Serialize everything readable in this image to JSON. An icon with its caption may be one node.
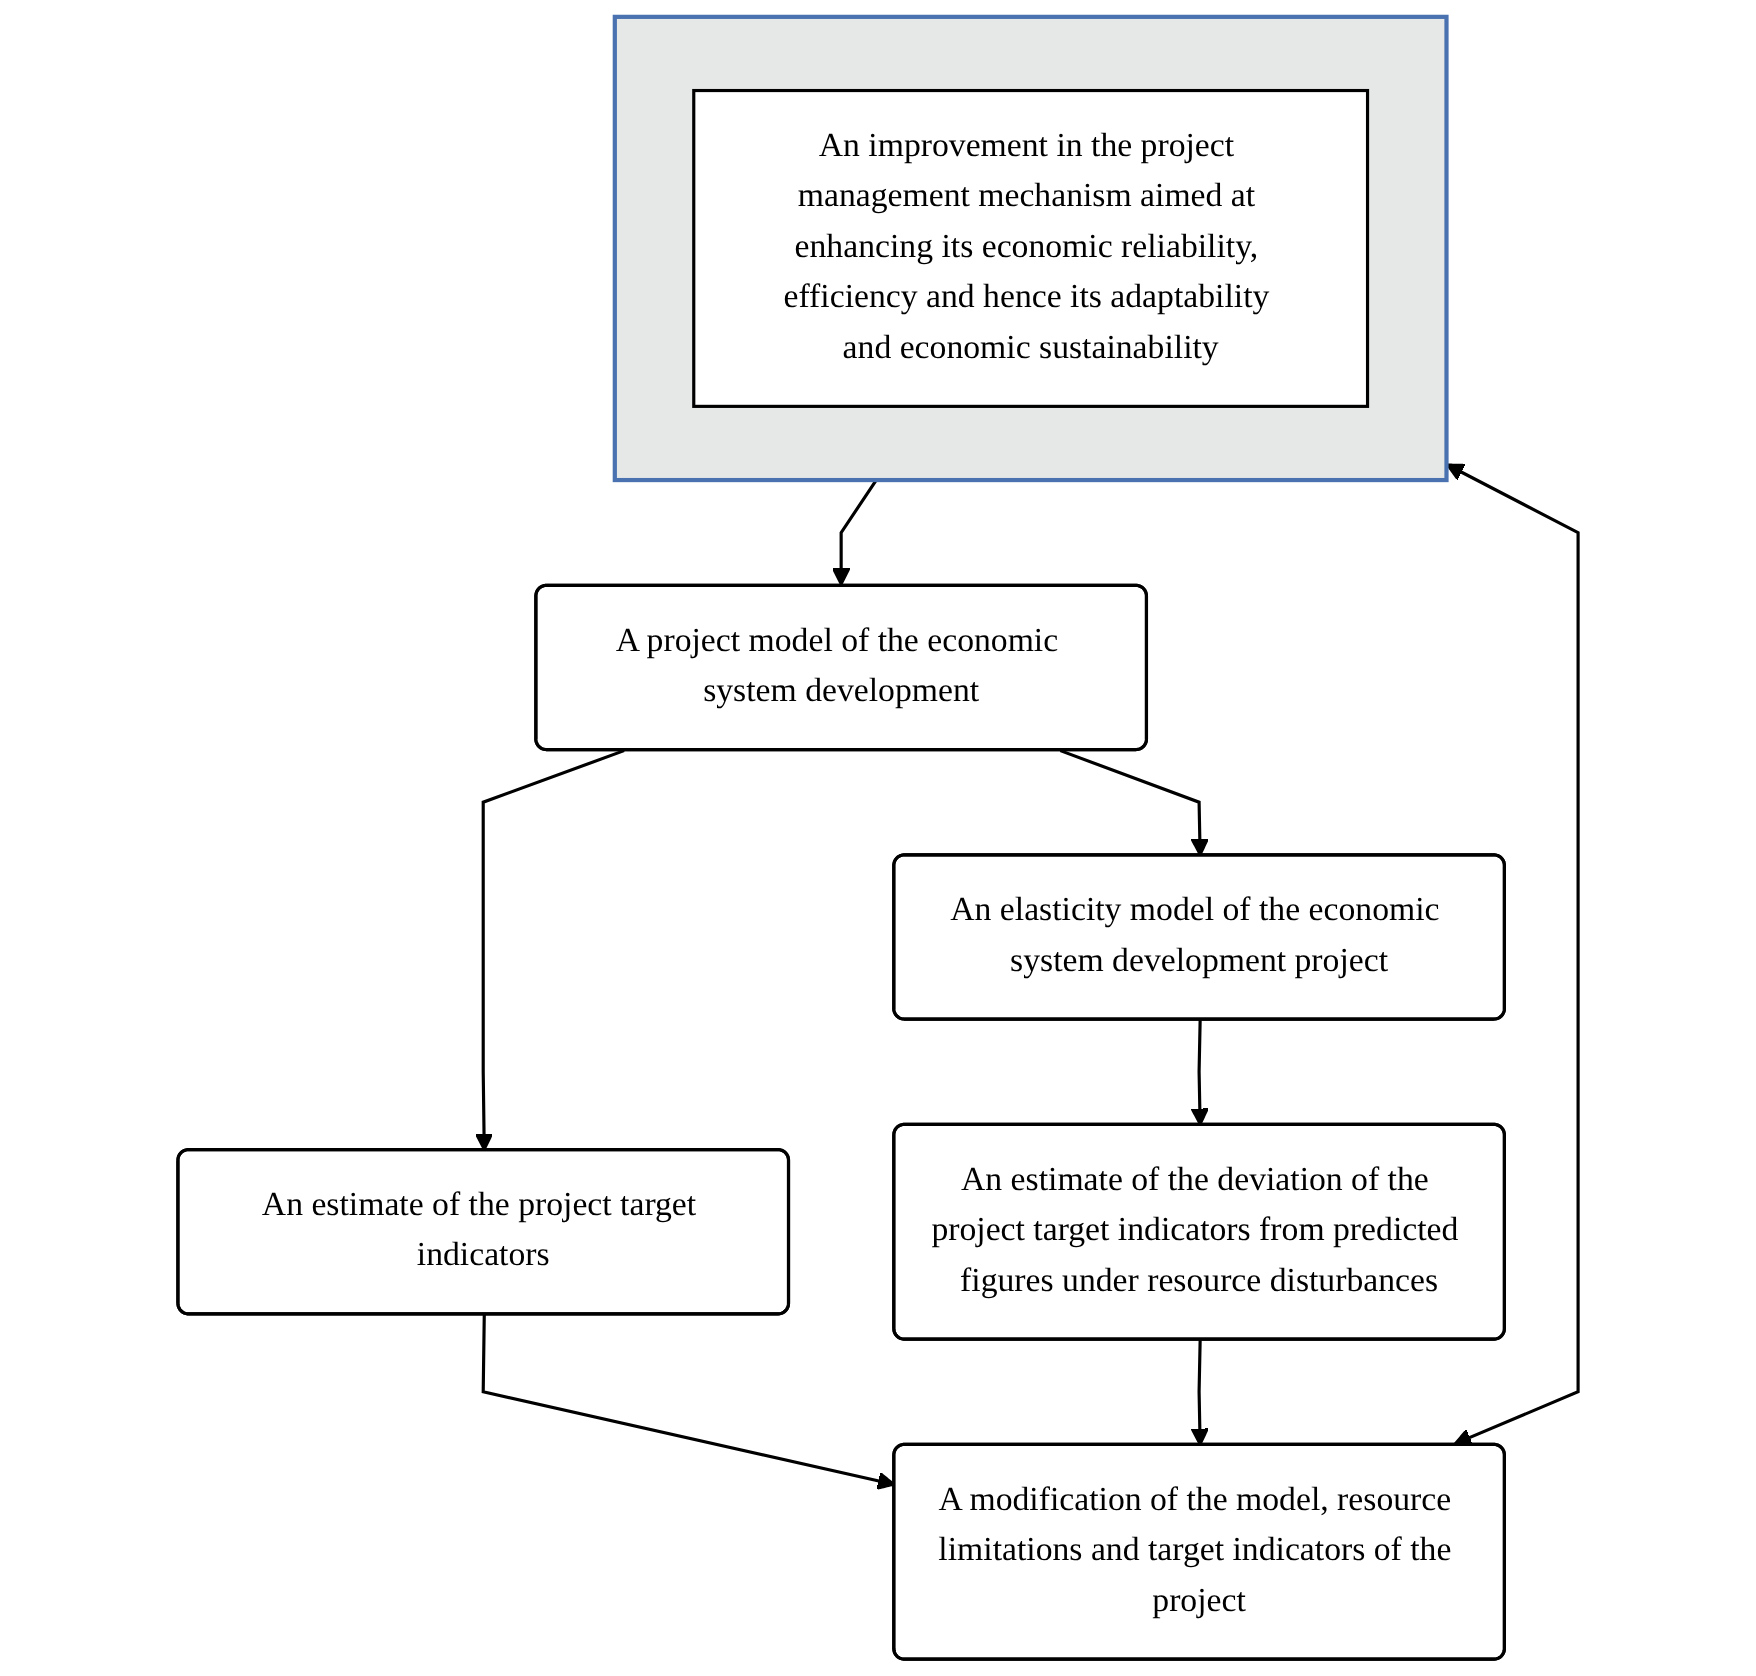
{
  "diagram": {
    "nodes": [
      {
        "text": [
          "A project model of the economic system development"
        ]
      },
      {
        "text": [
          "An elasticity model of the economic system development project"
        ]
      },
      {
        "text": [
          "An estimate of the project target indicators"
        ]
      },
      {
        "text": [
          "An estimate of the deviation of the project target indicators from predicted figures under resource disturbances"
        ]
      },
      {
        "text": [
          "A modification of the model, resource limitations and target indicators of the project"
        ]
      },
      {
        "text": [],
        "shape": "box"
      },
      {
        "text": [
          "An improvement in the project management mechanism aimed at enhancing its economic reliability, efficiency and hence its adaptability and economic sustainability"
        ],
        "in": 5
      }
    ],
    "edges": [
      {
        "from": 0,
        "to": 1,
        "arrow": "to"
      },
      {
        "from": 0,
        "to": 2,
        "arrow": "to"
      },
      {
        "from": 1,
        "to": 3,
        "arrow": "to"
      },
      {
        "from": 2,
        "to": 4,
        "arrow": "to"
      },
      {
        "from": 3,
        "to": 4,
        "arrow": "to"
      },
      {
        "from": 4,
        "to": 5,
        "arrow": "both"
      },
      {
        "from": 5,
        "to": 0,
        "arrow": "to"
      }
    ]
  }
}
